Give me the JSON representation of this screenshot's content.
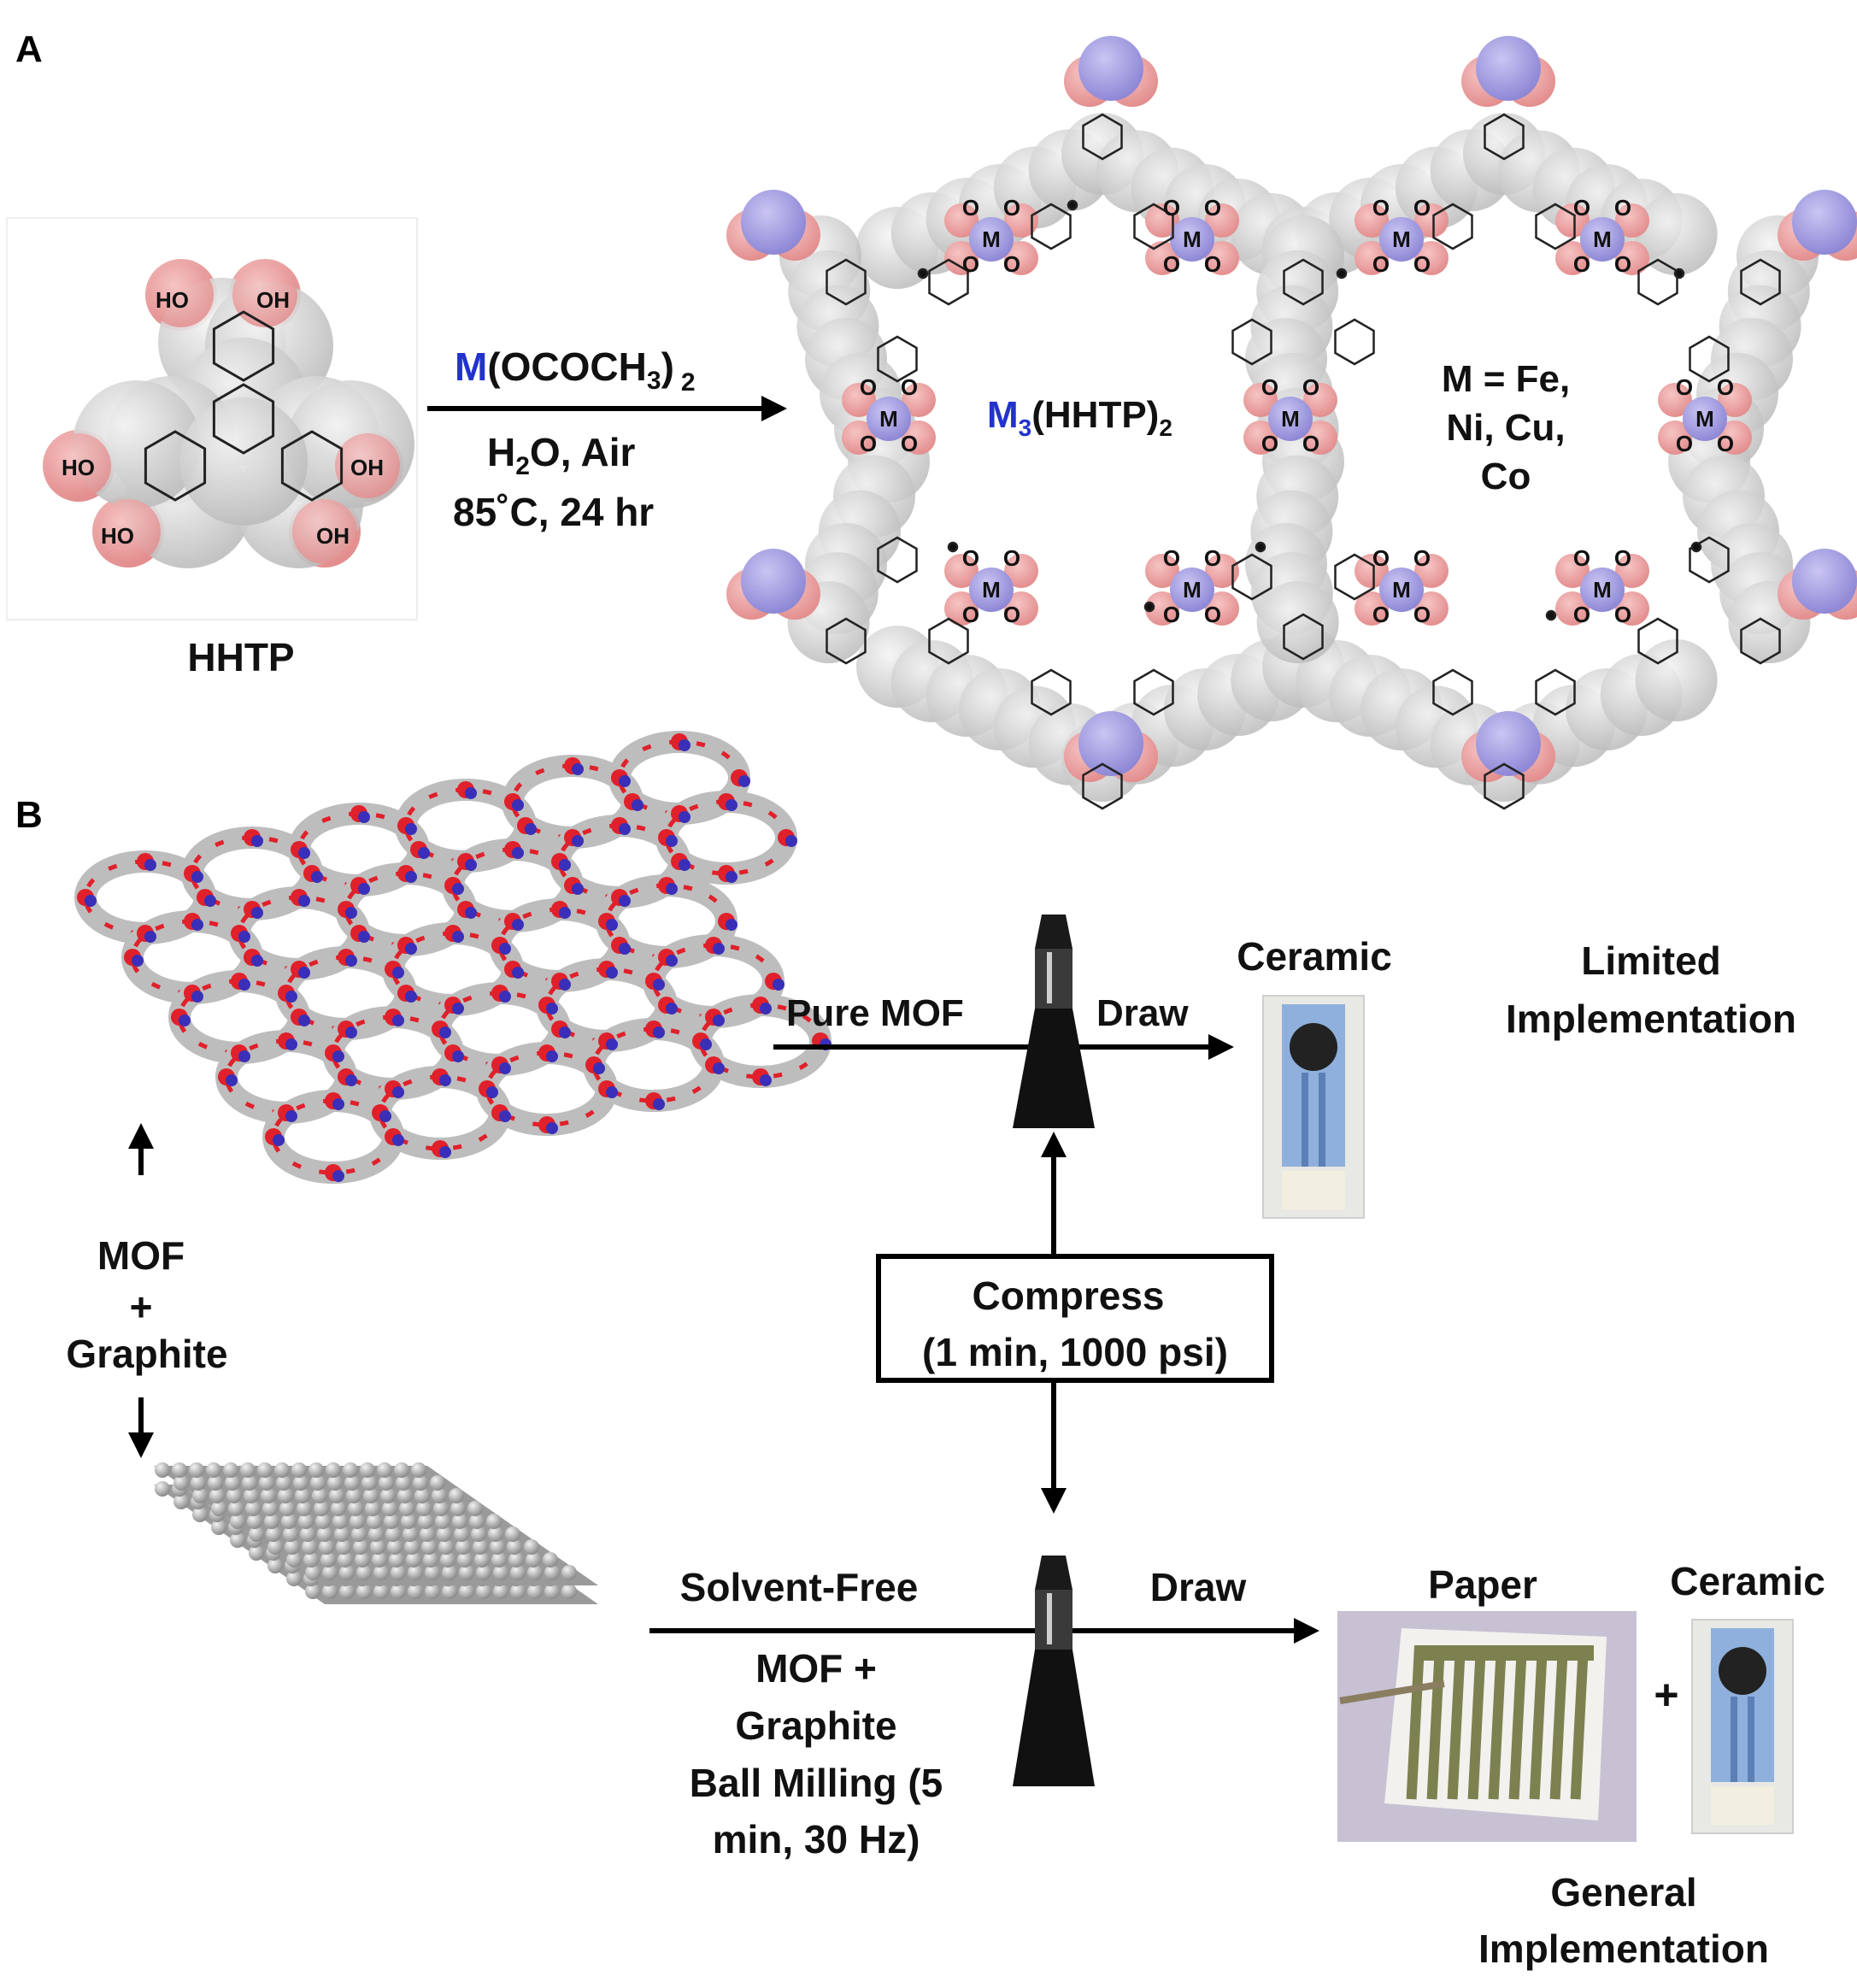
{
  "panels": {
    "a": "A",
    "b": "B"
  },
  "panel_a": {
    "ligand": {
      "name": "HHTP",
      "hydroxyls": [
        "HO",
        "OH",
        "HO",
        "OH",
        "HO",
        "OH"
      ]
    },
    "reagent": {
      "prefix": "M",
      "main": "(OCOCH",
      "sub": "3",
      "close": ")",
      "sub2": "2"
    },
    "conditions": {
      "line1_a": "H",
      "line1_sub": "2",
      "line1_b": "O, Air",
      "line2": "85˚C, 24 hr"
    },
    "product": {
      "prefix": "M",
      "sub": "3",
      "main": "(HHTP)",
      "sub2": "2"
    },
    "metals_note": [
      "M = Fe,",
      "Ni, Cu,",
      "Co"
    ],
    "node_letters": {
      "metal": "M",
      "oxygen": "O"
    }
  },
  "panel_b": {
    "mof_graphite": [
      "MOF",
      "+",
      "Graphite"
    ],
    "top_route": {
      "pure": "Pure MOF",
      "draw": "Draw",
      "ceramic": "Ceramic",
      "outcome": [
        "Limited",
        "Implementation"
      ]
    },
    "compress": [
      "Compress",
      "(1 min, 1000 psi)"
    ],
    "bottom_route": {
      "solvent_free": "Solvent-Free",
      "mill": [
        "MOF +",
        "Graphite",
        "Ball Milling (5",
        "min, 30 Hz)"
      ],
      "draw": "Draw",
      "paper": "Paper",
      "plus": "+",
      "ceramic": "Ceramic",
      "outcome": [
        "General",
        "Implementation"
      ]
    }
  },
  "colors": {
    "metal": "#9b96de",
    "oxygen": "#e89a9a",
    "carbon": "#c8c8c8",
    "mof_oxygen": "#e0202a",
    "mof_metal": "#3a2fb8",
    "reagent_metal": "#2233cc",
    "ceramic_blue": "#8fb0dc"
  }
}
